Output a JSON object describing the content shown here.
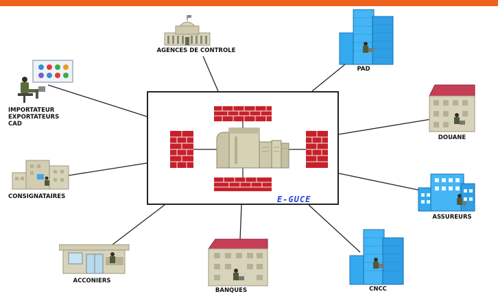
{
  "hub": {
    "brand": "E-GUCE"
  },
  "nodes": {
    "agences": "AGENCES DE CONTROLE",
    "pad": "PAD",
    "importateur": [
      "IMPORTATEUR",
      "EXPORTATEURS",
      "CAD"
    ],
    "douane": "DOUANE",
    "consignataires": "CONSIGNATAIRES",
    "assureurs": "ASSUREURS",
    "acconiers": "ACCONIERS",
    "banques": "BANQUES",
    "cncc": "CNCC"
  },
  "colors": {
    "top_bar": "#f0611f",
    "brand": "#1f45d8",
    "firewall": "#c8202a",
    "blue_building": "#33aaf0",
    "beige_building": "#d8d3bb",
    "red_roof": "#c63e56"
  }
}
